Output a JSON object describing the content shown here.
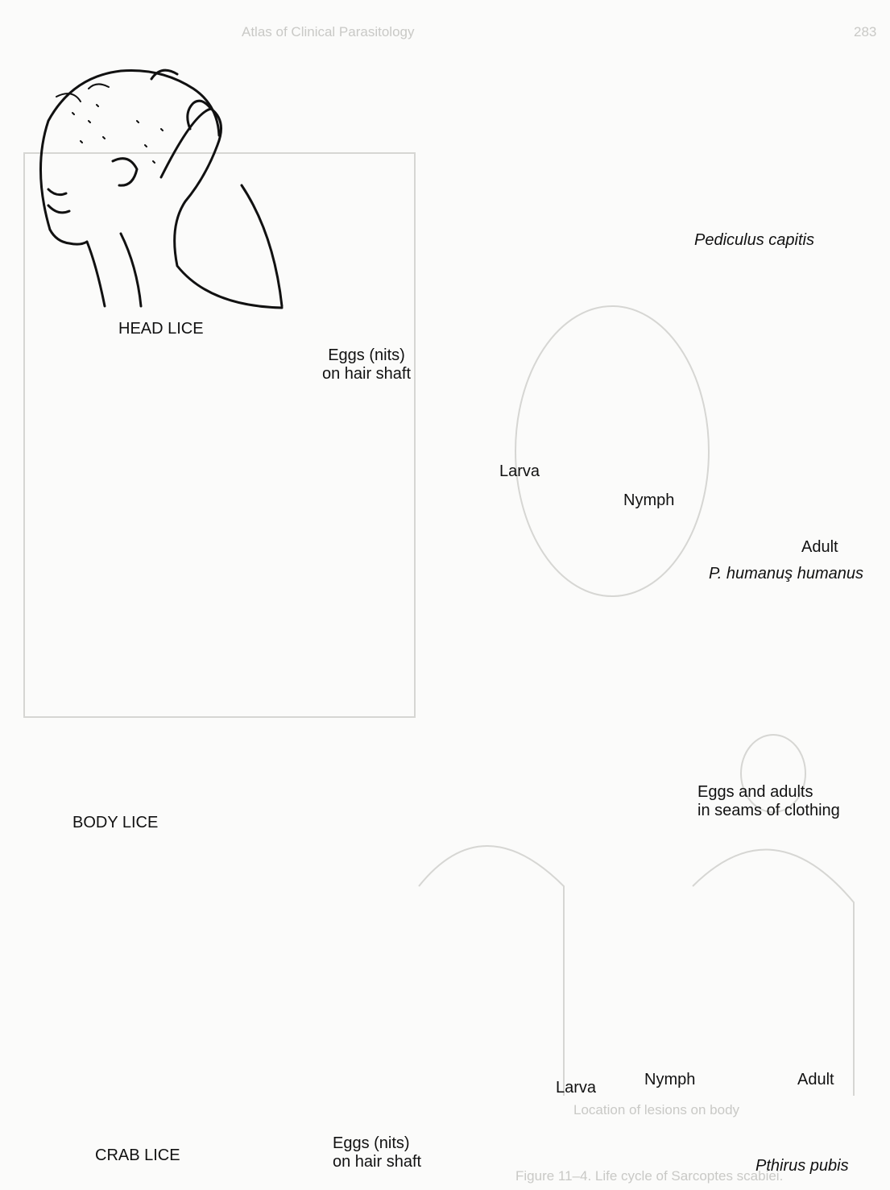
{
  "labels": {
    "head_lice": "HEAD LICE",
    "eggs_head": "Eggs (nits)\non hair shaft",
    "pediculus_capitis": "Pediculus capitis",
    "larva_top": "Larva",
    "nymph_top": "Nymph",
    "adult_top": "Adult",
    "p_humanus": "P. humanuş humanus",
    "body_lice": "BODY LICE",
    "eggs_seams": "Eggs and adults\nin seams of clothing",
    "crab_lice": "CRAB LICE",
    "eggs_crab": "Eggs (nits)\non hair shaft",
    "larva_bottom": "Larva",
    "nymph_bottom": "Nymph",
    "adult_bottom": "Adult",
    "pthirus_pubis": "Pthirus pubis"
  },
  "bleed_through": {
    "header": "Atlas of Clinical Parasitology",
    "page_no": "283",
    "caption_a": "Location of lesions on body",
    "caption_b": "Figure 11–4. Life cycle of Sarcoptes scabiei."
  },
  "colors": {
    "ink": "#111111",
    "paper": "#fbfbfa",
    "ghost": "#c9c9c6"
  }
}
